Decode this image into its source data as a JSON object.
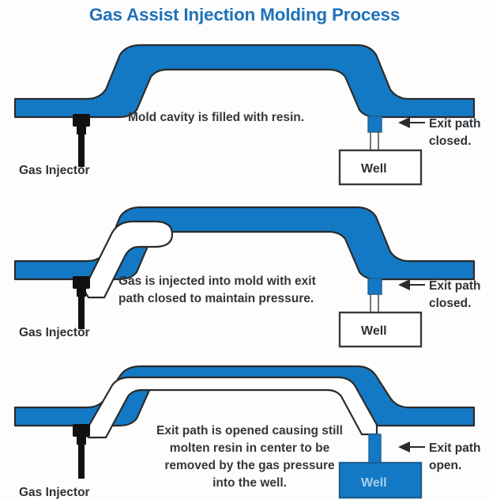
{
  "title": "Gas Assist Injection Molding Process",
  "colors": {
    "resin_blue": "#1479c4",
    "title_blue": "#1f72b8",
    "outline_dark": "#2b2b2b",
    "injector_black": "#111111",
    "well_border": "#3a3a3a",
    "text_gray": "#33373b"
  },
  "panels": [
    {
      "id": "panel-1",
      "step": 1,
      "caption_lines": [
        "Mold cavity is filled with resin."
      ],
      "injector_label": "Gas Injector",
      "well_label": "Well",
      "well_state": "empty",
      "annotation_lines": [
        "Exit path",
        "closed."
      ],
      "arrow": "left-arrow-icon"
    },
    {
      "id": "panel-2",
      "step": 2,
      "caption_lines": [
        "Gas is injected into mold with exit",
        "path closed to maintain pressure."
      ],
      "injector_label": "Gas Injector",
      "well_label": "Well",
      "well_state": "empty",
      "annotation_lines": [
        "Exit path",
        "closed."
      ],
      "arrow": "left-arrow-icon"
    },
    {
      "id": "panel-3",
      "step": 3,
      "caption_lines": [
        "Exit path is opened causing still",
        "molten resin in center to be",
        "removed by the gas pressure",
        "into the well."
      ],
      "injector_label": "Gas Injector",
      "well_label": "Well",
      "well_state": "filled",
      "annotation_lines": [
        "Exit path",
        "open."
      ],
      "arrow": "left-arrow-icon"
    }
  ]
}
